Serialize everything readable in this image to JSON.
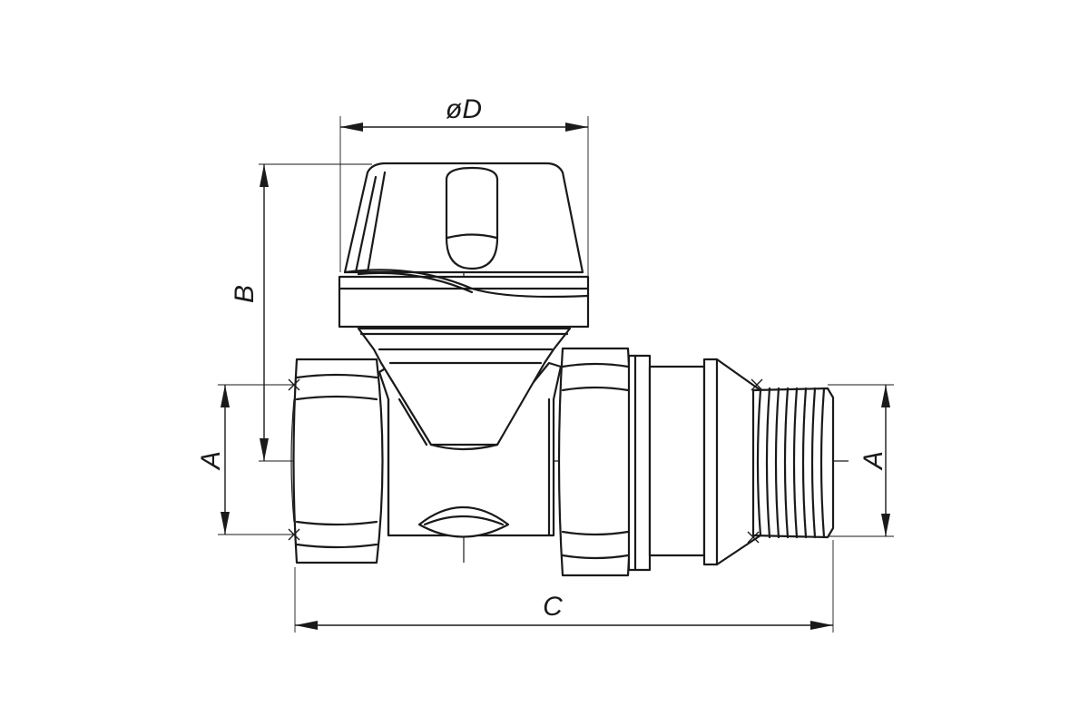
{
  "dimensions": {
    "diameter_label": "øD",
    "height_label": "B",
    "length_label": "C",
    "thread_left_label": "A",
    "thread_right_label": "A"
  }
}
